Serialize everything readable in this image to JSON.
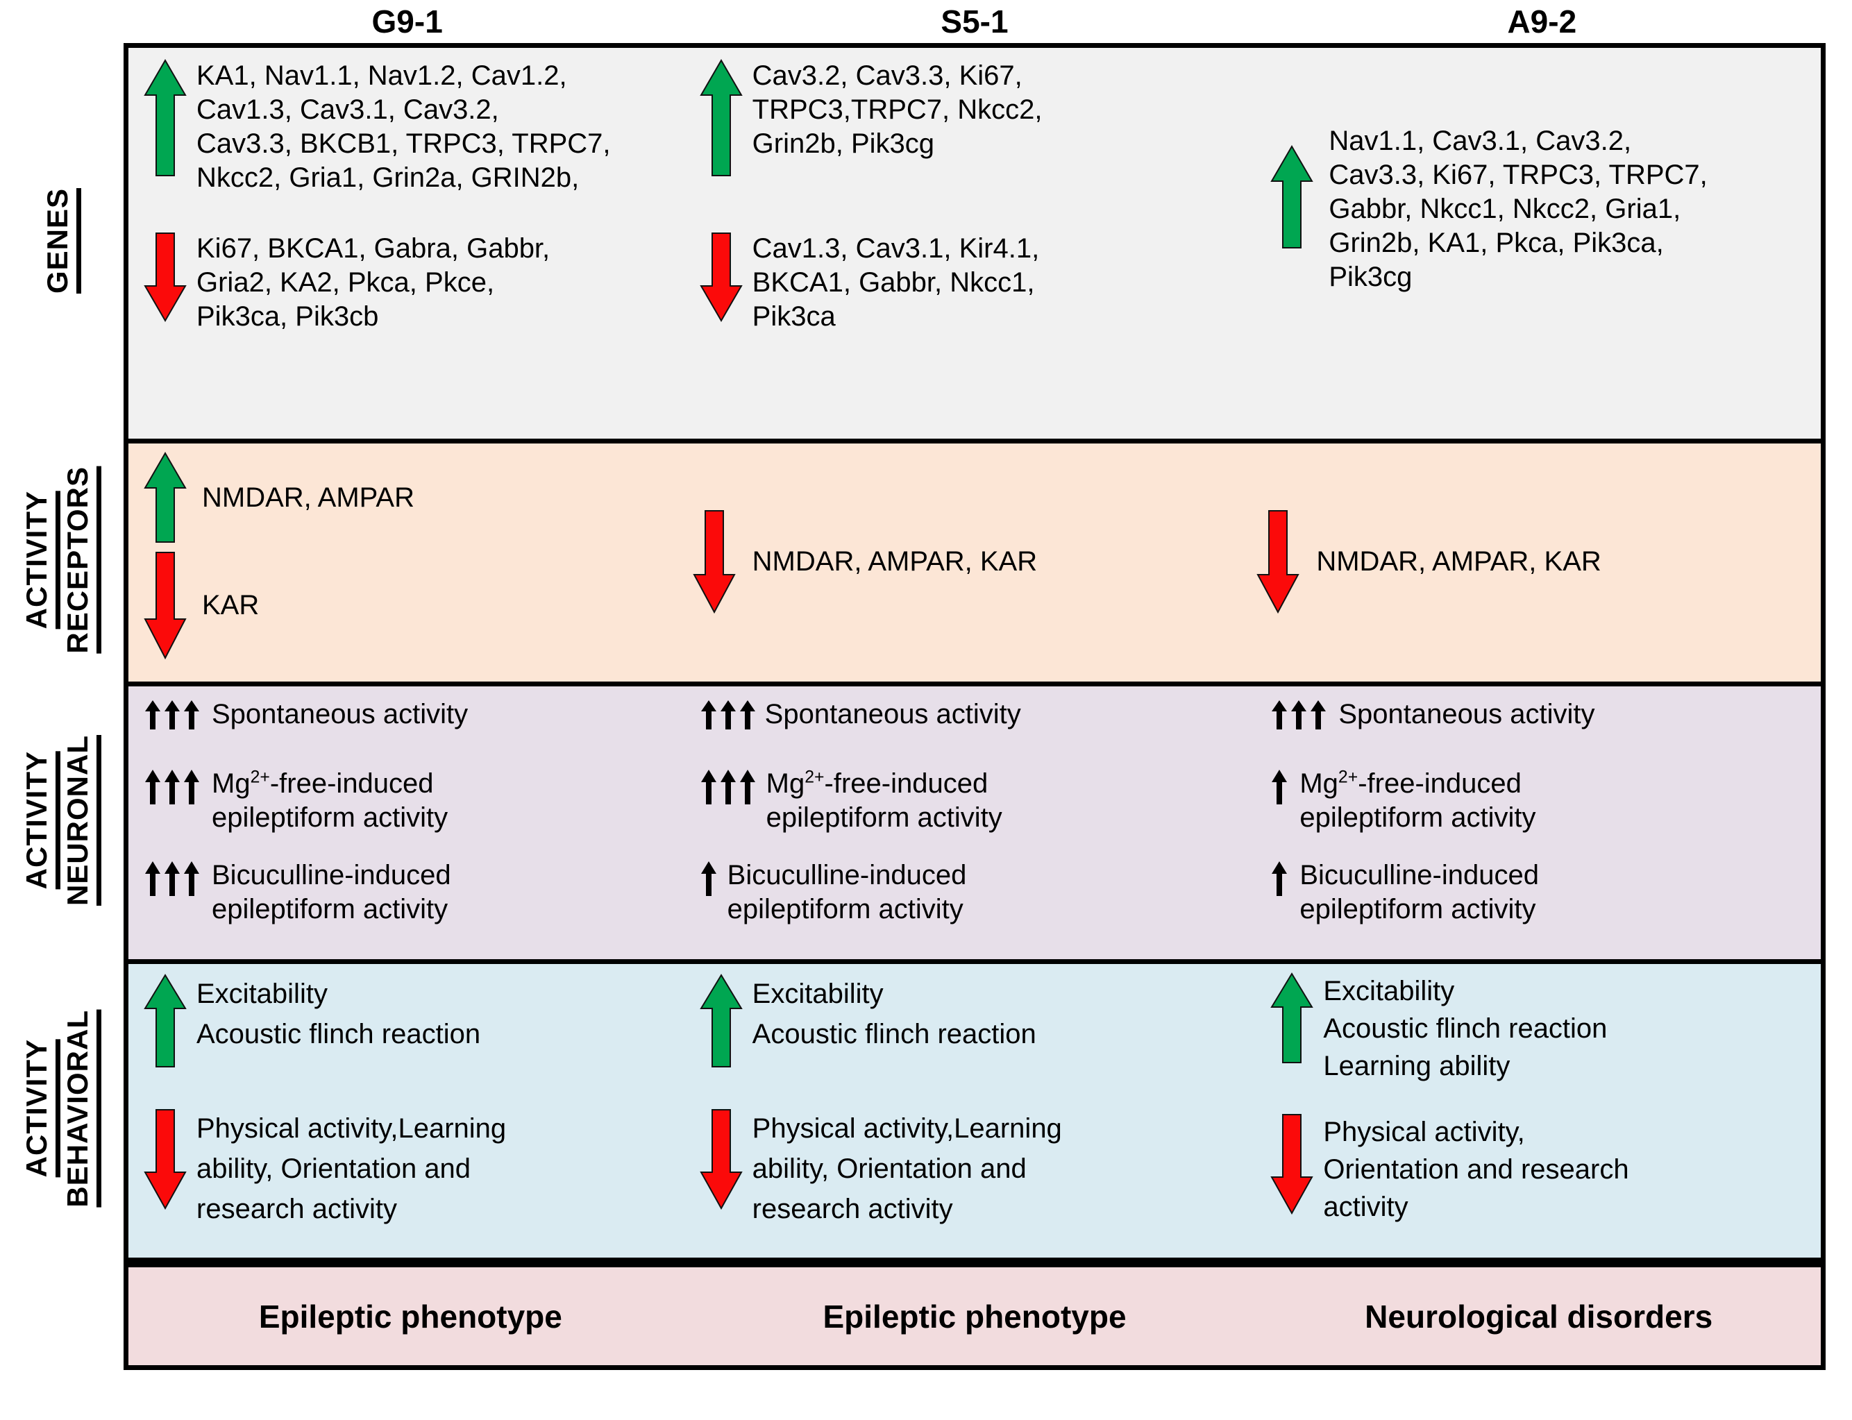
{
  "colors": {
    "up_arrow": "#00A651",
    "down_arrow": "#FB0A0A",
    "genes_bg": "#F1F1F1",
    "receptors_bg": "#FCE6D6",
    "neuronal_bg": "#E7DFE9",
    "behavioral_bg": "#DAEBF2",
    "phenotype_bg": "#F2DCDE",
    "border": "#000000"
  },
  "columns": [
    {
      "label": "G9-1"
    },
    {
      "label": "S5-1"
    },
    {
      "label": "A9-2"
    }
  ],
  "side_labels": [
    {
      "name": "genes",
      "lines": [
        "GENES"
      ]
    },
    {
      "name": "receptors",
      "lines": [
        "RECEPTORS",
        "ACTIVITY"
      ]
    },
    {
      "name": "neuronal",
      "lines": [
        "NEURONAL",
        "ACTIVITY"
      ]
    },
    {
      "name": "behavioral",
      "lines": [
        "BEHAVIORAL",
        "ACTIVITY"
      ]
    }
  ],
  "genes": {
    "G9-1": {
      "up": "KA1, Nav1.1, Nav1.2, Cav1.2,\nCav1.3, Cav3.1, Cav3.2,\nCav3.3, BKCB1, TRPC3, TRPC7,\nNkcc2, Gria1, Grin2a, GRIN2b,",
      "down": "Ki67, BKCA1, Gabra, Gabbr,\nGria2, KA2, Pkca, Pkce,\nPik3ca, Pik3cb"
    },
    "S5-1": {
      "up": "Cav3.2, Cav3.3, Ki67,\nTRPC3,TRPC7, Nkcc2,\nGrin2b, Pik3cg",
      "down": "Cav1.3, Cav3.1, Kir4.1,\nBKCA1, Gabbr, Nkcc1,\nPik3ca"
    },
    "A9-2": {
      "up": "Nav1.1, Cav3.1, Cav3.2,\nCav3.3, Ki67, TRPC3, TRPC7,\nGabbr, Nkcc1, Nkcc2, Gria1,\nGrin2b, KA1, Pkca, Pik3ca,\nPik3cg",
      "down": ""
    }
  },
  "receptors": {
    "G9-1": {
      "up": "NMDAR, AMPAR",
      "down": "KAR"
    },
    "S5-1": {
      "up": "",
      "down": "NMDAR, AMPAR, KAR"
    },
    "A9-2": {
      "up": "",
      "down": "NMDAR, AMPAR, KAR"
    }
  },
  "neuronal": {
    "G9-1": [
      {
        "arrows": 3,
        "text": "Spontaneous  activity",
        "sup": false
      },
      {
        "arrows": 3,
        "text": "-free-induced\nepileptiform activity",
        "sup": true
      },
      {
        "arrows": 3,
        "text": "Bicuculline-induced\nepileptiform activity",
        "sup": false
      }
    ],
    "S5-1": [
      {
        "arrows": 3,
        "text": "Spontaneous  activity",
        "sup": false
      },
      {
        "arrows": 3,
        "text": "-free-induced\nepileptiform activity",
        "sup": true
      },
      {
        "arrows": 1,
        "text": "Bicuculline-induced\nepileptiform activity",
        "sup": false
      }
    ],
    "A9-2": [
      {
        "arrows": 3,
        "text": "Spontaneous  activity",
        "sup": false
      },
      {
        "arrows": 1,
        "text": "-free-induced\nepileptiform activity",
        "sup": true
      },
      {
        "arrows": 1,
        "text": "Bicuculline-induced\nepileptiform activity",
        "sup": false
      }
    ]
  },
  "mg_prefix": "Mg",
  "mg_sup": "2+",
  "behavioral": {
    "G9-1": {
      "up": "Excitability\nAcoustic flinch reaction",
      "down": "Physical activity,Learning\nability, Orientation and\nresearch  activity"
    },
    "S5-1": {
      "up": "Excitability\nAcoustic flinch reaction",
      "down": "Physical activity,Learning\nability, Orientation and\nresearch  activity"
    },
    "A9-2": {
      "up": "Excitability\nAcoustic flinch reaction\nLearning ability",
      "down": "Physical activity,\nOrientation and research\nactivity"
    }
  },
  "phenotype": {
    "G9-1": "Epileptic phenotype",
    "S5-1": "Epileptic phenotype",
    "A9-2": "Neurological disorders"
  }
}
